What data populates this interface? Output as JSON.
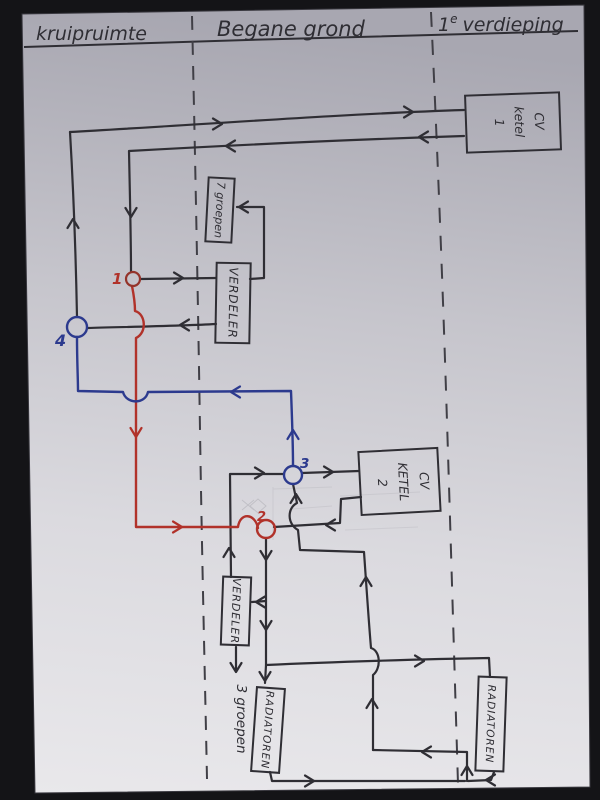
{
  "photo": {
    "description_colors": {
      "background": "#141417",
      "paper_top": "#a8a7b1",
      "paper_bottom": "#e9e8eb"
    }
  },
  "colors": {
    "ink": "#2f2e34",
    "red": "#b1322a",
    "blue": "#2c3a8e",
    "dash": "#403f46"
  },
  "header": {
    "zone1": "kruipruimte",
    "zone2": "Begane grond",
    "zone3_num": "1",
    "zone3_sup": "e",
    "zone3_rest": "verdieping"
  },
  "components": {
    "boiler1": {
      "l1": "CV",
      "l2": "ketel",
      "l3": "1"
    },
    "boiler2": {
      "l1": "CV",
      "l2": "KETEL",
      "l3": "2"
    },
    "distributor1": "VERDELER",
    "distributor2": "VERDELER",
    "groups7": "7 groepen",
    "groups3": "3 groepen",
    "radiators1": "RADIATOREN",
    "radiators2": "RADIATOREN"
  },
  "nodes": {
    "n1": "1",
    "n2": "2",
    "n3": "3",
    "n4": "4"
  }
}
